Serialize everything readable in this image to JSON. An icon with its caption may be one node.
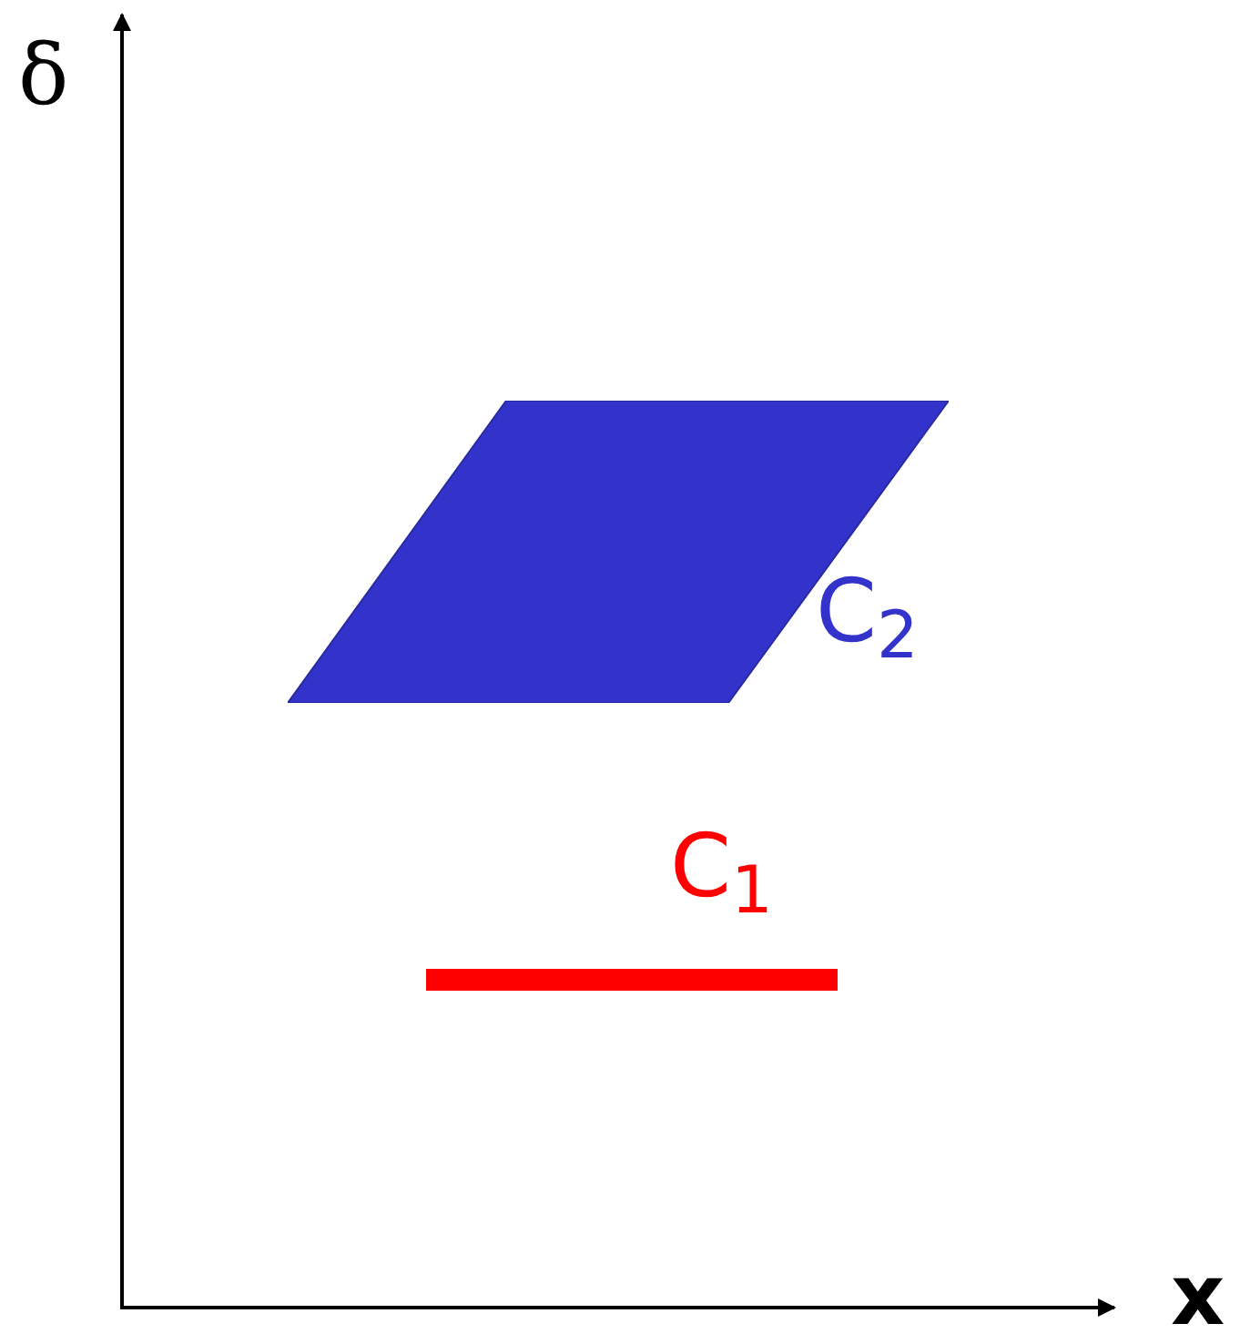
{
  "diagram": {
    "nodes": [
      {
        "text": [],
        "shape": "parallelogram",
        "beside": [
          "C$_{2}$"
        ]
      },
      {
        "text": [],
        "shape": "bar",
        "beside": [
          "C$_{1}$"
        ]
      }
    ],
    "labels": [
      "δ",
      "x"
    ]
  }
}
